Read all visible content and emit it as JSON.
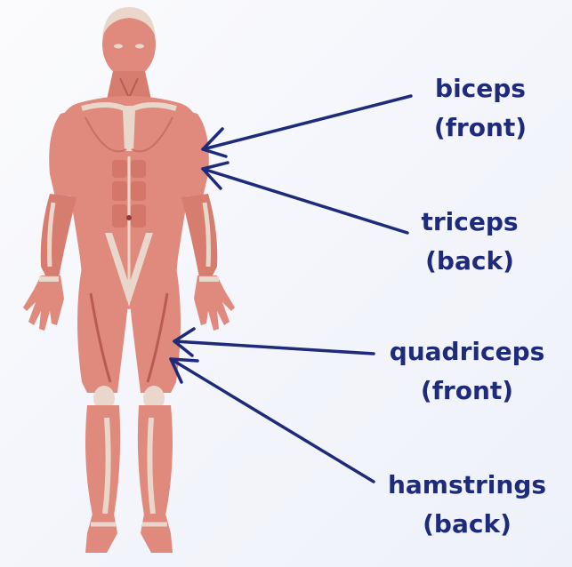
{
  "colors": {
    "muscle": "#df8a7c",
    "muscle_dark": "#b85b52",
    "tendon": "#ead7cb",
    "skin_line": "#c96f64",
    "arrow": "#1e2a7a",
    "text": "#1e2a7a"
  },
  "figure": {
    "name": "muscular-body-front-view"
  },
  "labels": [
    {
      "id": "biceps",
      "line1": "biceps",
      "line2": "(front)"
    },
    {
      "id": "triceps",
      "line1": "triceps",
      "line2": "(back)"
    },
    {
      "id": "quadriceps",
      "line1": "quadriceps",
      "line2": "(front)"
    },
    {
      "id": "hamstrings",
      "line1": "hamstrings",
      "line2": "(back)"
    }
  ]
}
